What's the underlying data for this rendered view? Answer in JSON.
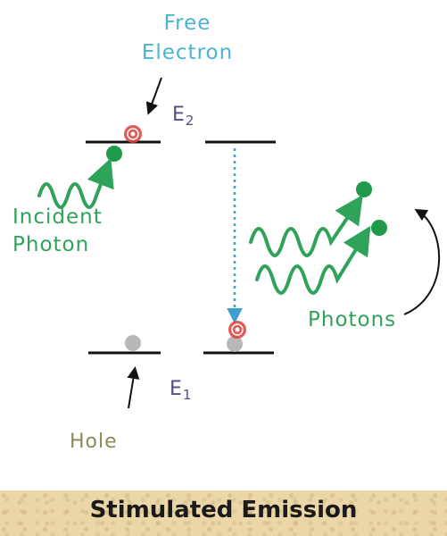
{
  "labels": {
    "free_electron_line1": "Free",
    "free_electron_line2": "Electron",
    "incident_line1": "Incident",
    "incident_line2": "Photon",
    "photons": "Photons",
    "hole": "Hole",
    "e2": "E",
    "e2_sub": "2",
    "e1": "E",
    "e1_sub": "1"
  },
  "title": "Stimulated Emission",
  "colors": {
    "label_blue": "#4bb3d3",
    "photon_green": "#2fa35a",
    "electron_green": "#1f9a4a",
    "hole_label": "#8a8a5a",
    "energy_label": "#5b4a8a",
    "electron_red": "#d9403a",
    "hole_gray": "#b8b8b8",
    "transition_blue": "#3e9fd0",
    "banner": "#ead6a6"
  },
  "icons": [
    "free-electron-icon",
    "electron-icon",
    "hole-icon",
    "wavy-photon-icon",
    "arrow-icon"
  ]
}
